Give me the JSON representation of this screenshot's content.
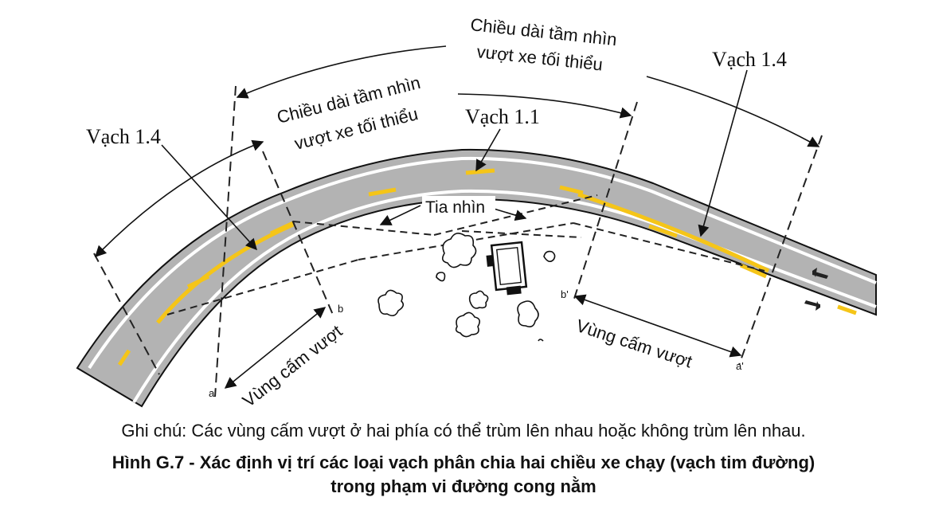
{
  "labels": {
    "vach14_left": "Vạch 1.4",
    "vach14_right": "Vạch 1.4",
    "vach11": "Vạch 1.1",
    "sight_outer_line1": "Chiều dài tầm nhìn",
    "sight_outer_line2": "vượt xe tối thiểu",
    "sight_inner_line1": "Chiều dài tầm nhìn",
    "sight_inner_line2": "vượt xe tối thiểu",
    "tia_nhin": "Tia nhìn",
    "no_pass_left": "Vùng cấm vượt",
    "no_pass_right": "Vùng cấm vượt",
    "point_a": "a",
    "point_b": "b",
    "point_b_prime": "b'",
    "point_a_prime": "a'"
  },
  "colors": {
    "road": "#b3b3b3",
    "edge_line": "#ffffff",
    "center_line": "#f5c518",
    "ink": "#111111"
  },
  "icons": {
    "vehicle": "truck-icon",
    "vegetation": "bush-icon",
    "direction": "arrow-icon"
  },
  "note": "Ghi chú: Các vùng cấm vượt ở hai phía có thể trùm lên nhau hoặc không trùm lên nhau.",
  "caption": {
    "line1": "Hình G.7 - Xác định vị trí các loại vạch phân chia hai chiều xe chạy (vạch tim đường)",
    "line2": "trong phạm vi đường cong nằm"
  }
}
